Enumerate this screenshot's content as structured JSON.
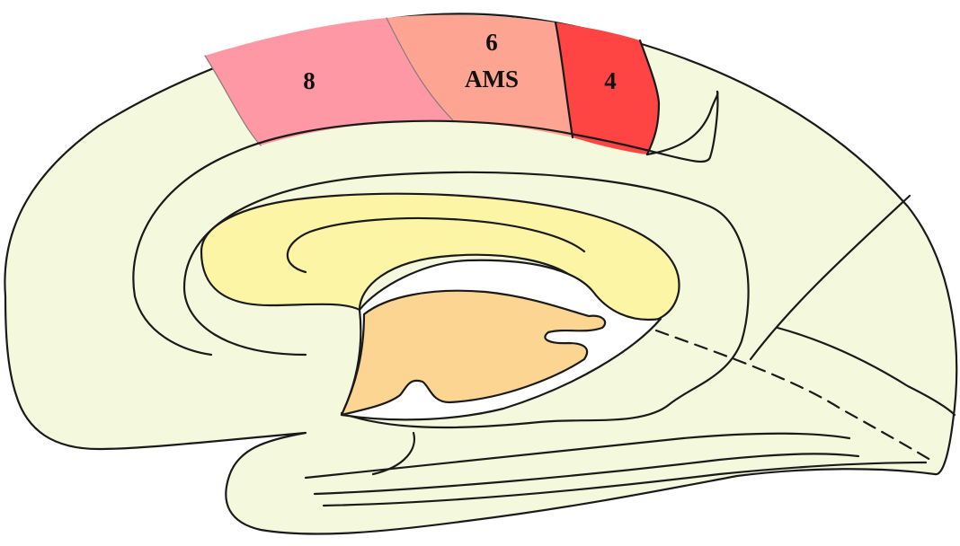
{
  "labels": {
    "area_8": "8",
    "area_6": "6",
    "area_ams": "AMS",
    "area_4": "4"
  },
  "colors": {
    "cortex": "#f4f8dc",
    "area_8": "#fe98a4",
    "area_6": "#fda493",
    "area_4": "#fe4543",
    "corpus_callosum": "#fcf5a5",
    "thalamus": "#fcd593",
    "ventricle": "#ffffff",
    "outline": "#1a1a1a"
  }
}
